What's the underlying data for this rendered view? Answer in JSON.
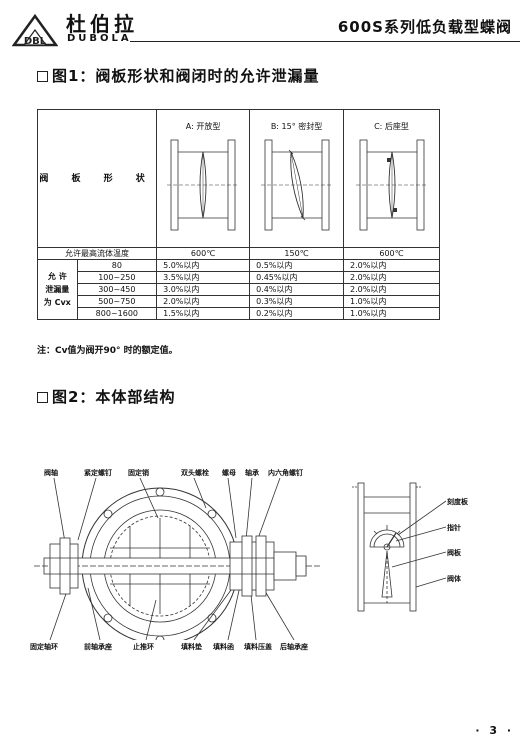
{
  "header": {
    "logo_letters": "DBL",
    "brand_cn": "杜伯拉",
    "brand_en": "DUBOLA",
    "page_title": "600S系列低负载型蝶阀"
  },
  "section1": {
    "title": "图1：阀板形状和阀闭时的允许泄漏量",
    "shape_label": "阀 板 形 状",
    "types": [
      "A: 开放型",
      "B: 15° 密封型",
      "C: 后座型"
    ],
    "temp_label": "允许最高流体温度",
    "temps": [
      "600℃",
      "150℃",
      "600℃"
    ],
    "leak_label_lines": [
      "允 许",
      "泄漏量",
      "为 Cvx"
    ],
    "rows": [
      {
        "size": "80",
        "values": [
          "5.0%以内",
          "0.5%以内",
          "2.0%以内"
        ]
      },
      {
        "size": "100~250",
        "values": [
          "3.5%以内",
          "0.45%以内",
          "2.0%以内"
        ]
      },
      {
        "size": "300~450",
        "values": [
          "3.0%以内",
          "0.4%以内",
          "2.0%以内"
        ]
      },
      {
        "size": "500~750",
        "values": [
          "2.0%以内",
          "0.3%以内",
          "1.0%以内"
        ]
      },
      {
        "size": "800~1600",
        "values": [
          "1.5%以内",
          "0.2%以内",
          "1.0%以内"
        ]
      }
    ],
    "note": "注：Cv值为阀开90° 时的额定值。"
  },
  "section2": {
    "title": "图2：本体部结构",
    "labels_top": [
      "阀轴",
      "紧定螺钉",
      "固定销",
      "双头螺栓",
      "螺母",
      "轴承",
      "内六角螺钉"
    ],
    "labels_bottom": [
      "固定轴环",
      "前轴承座",
      "止推环",
      "填料垫",
      "填料函",
      "填料压盖",
      "后轴承座"
    ],
    "labels_right": [
      "刻度板",
      "指针",
      "阀板",
      "阀体"
    ]
  },
  "footer": {
    "page_number": "3"
  }
}
